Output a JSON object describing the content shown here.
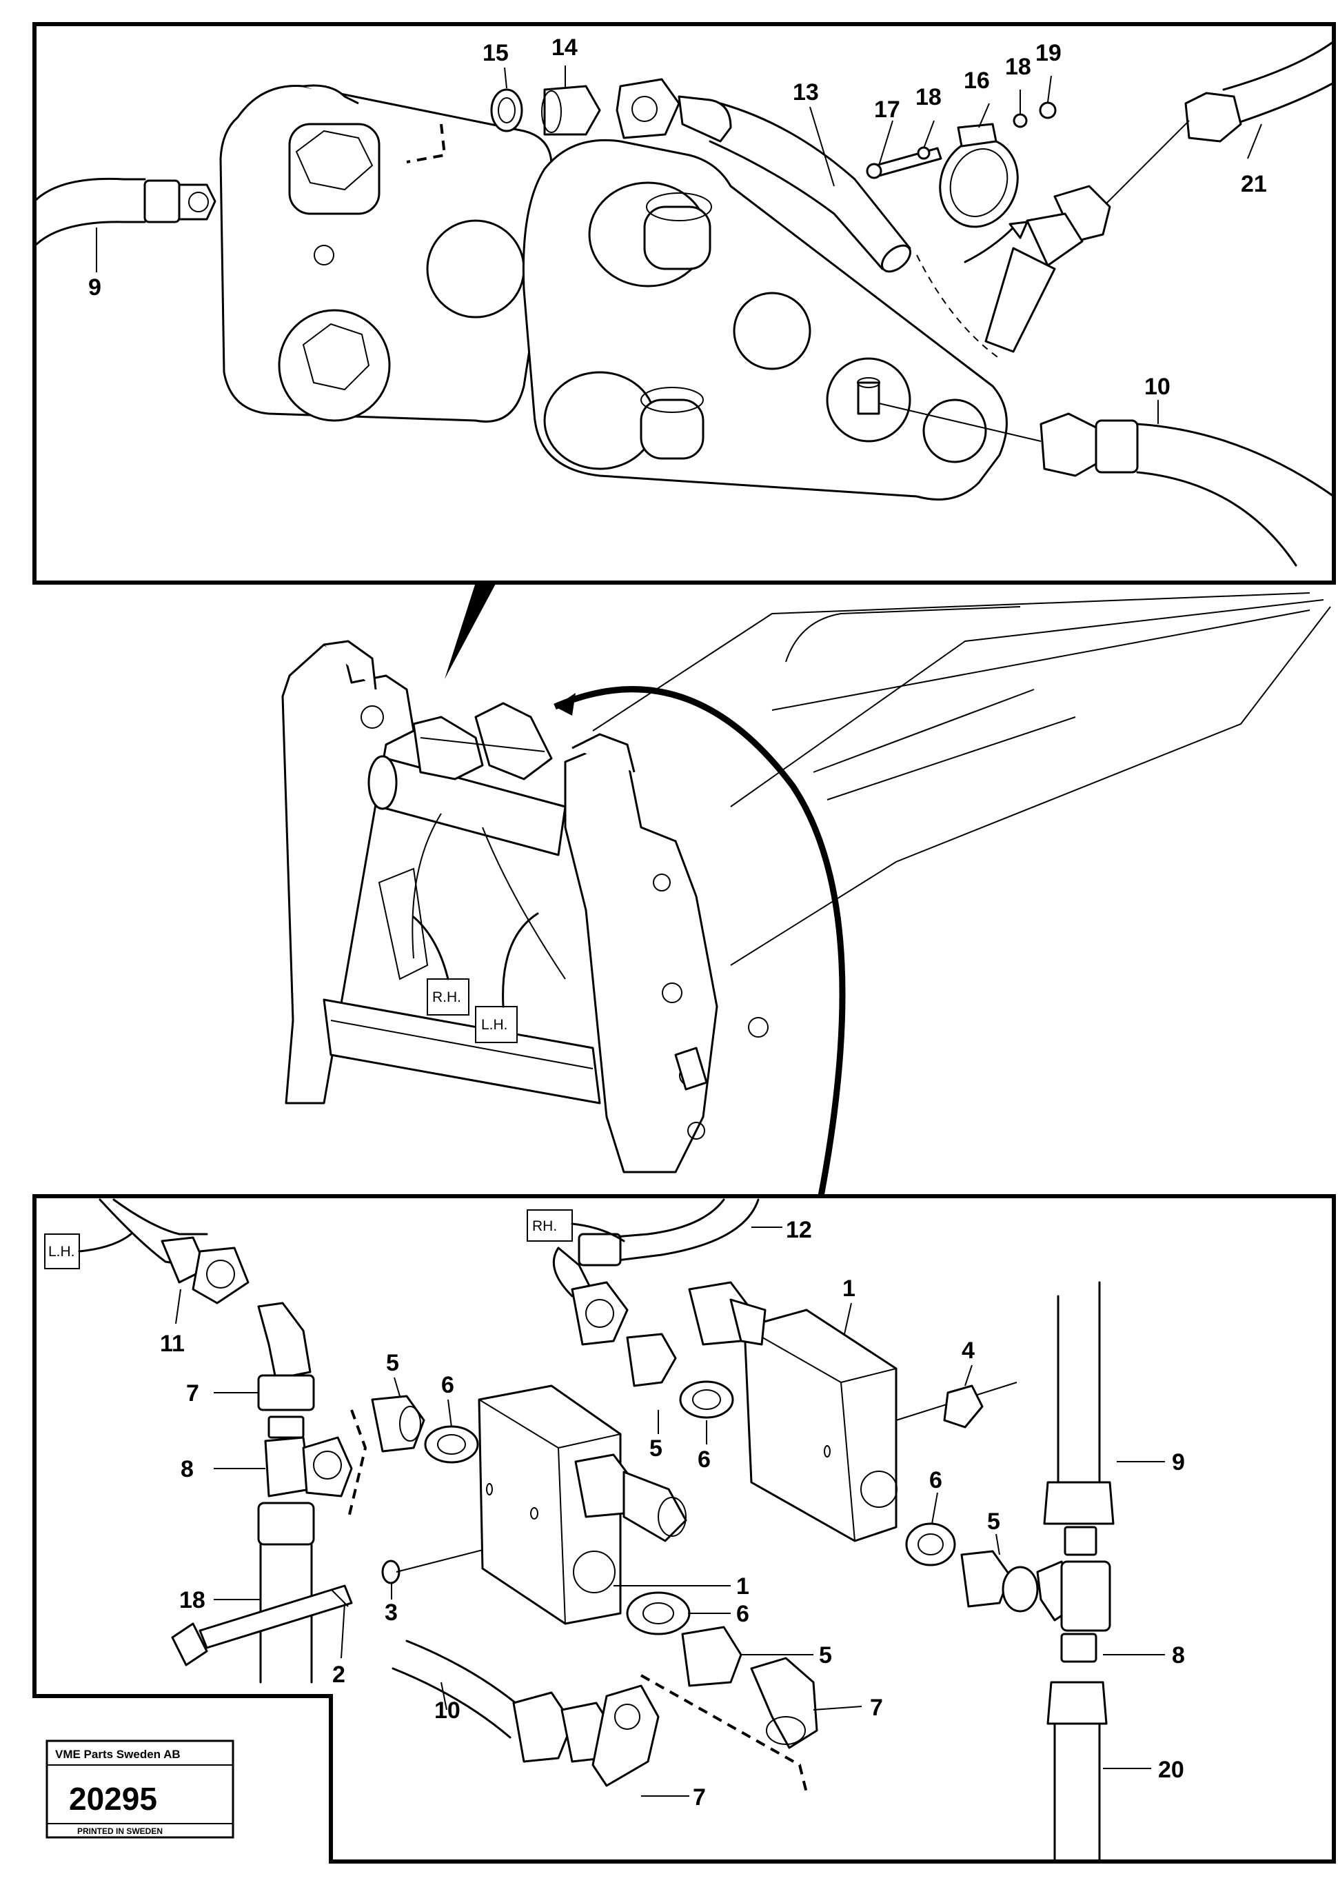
{
  "top_panel": {
    "callouts": [
      "15",
      "14",
      "13",
      "17",
      "18",
      "16",
      "18",
      "19",
      "21",
      "9",
      "10"
    ]
  },
  "middle_view": {
    "tags": {
      "rh": "R.H.",
      "lh": "L.H."
    }
  },
  "bottom_panel": {
    "tags": {
      "lh": "L.H.",
      "rh": "RH."
    },
    "callouts": [
      "12",
      "1",
      "11",
      "4",
      "5",
      "6",
      "7",
      "5",
      "8",
      "6",
      "9",
      "6",
      "5",
      "1",
      "18",
      "6",
      "2",
      "3",
      "5",
      "8",
      "10",
      "7",
      "7",
      "20"
    ]
  },
  "stamp": {
    "company": "VME Parts Sweden AB",
    "number": "20295",
    "printed": "PRINTED IN SWEDEN"
  }
}
